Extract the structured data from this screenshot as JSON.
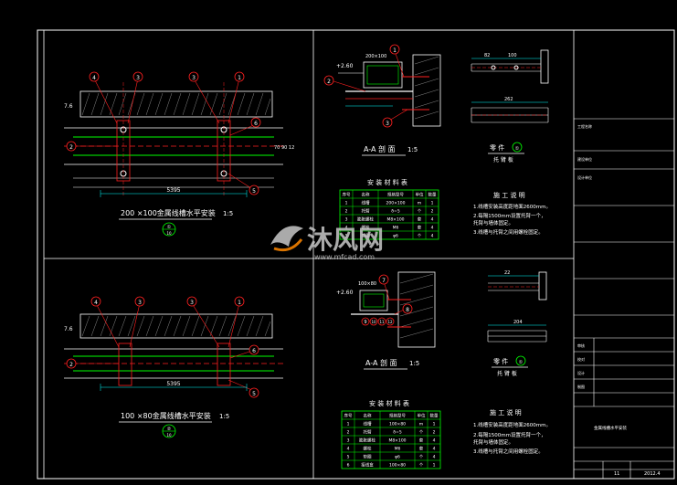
{
  "colors": {
    "background": "#000000",
    "border": "#ffffff",
    "wall": "#ffffff",
    "line_green": "#00ff00",
    "line_red": "#ff2020",
    "line_yellow": "#ffff00",
    "marker": "#ff2020",
    "dimension": "#00ffff",
    "text": "#ffffff",
    "watermark": "#c8c8c8",
    "watermark_accent": "#ff8800"
  },
  "drawing_top": {
    "title": "200 ×100金属线槽水平安装",
    "scale": "1:5",
    "detail_number": "①",
    "sheet": "10",
    "left_tag": "7.6",
    "right_tag": "70 90 12",
    "dim": "5395",
    "callouts": [
      "4",
      "3",
      "3",
      "1",
      "2",
      "6",
      "5"
    ]
  },
  "drawing_bottom": {
    "title": "100 ×80金属线槽水平安装",
    "scale": "1:5",
    "detail_number": "②",
    "sheet": "10",
    "left_tag": "7.6",
    "dim": "5395",
    "callouts": [
      "4",
      "3",
      "3",
      "1",
      "2",
      "6",
      "5"
    ]
  },
  "section_top": {
    "title": "A-A 剖 面",
    "scale": "1:5",
    "level": "+2.60",
    "size": "200×100",
    "callouts": [
      "1",
      "2",
      "3"
    ]
  },
  "section_bottom": {
    "title": "A-A 剖 面",
    "scale": "1:5",
    "level": "+2.60",
    "size": "100×80",
    "callouts": [
      "7",
      "8",
      "9",
      "10",
      "11",
      "12"
    ]
  },
  "part_top": {
    "title": "零 件",
    "number": "①",
    "subtitle": "托 臂 板",
    "dims": [
      "82",
      "100",
      "262"
    ]
  },
  "part_bottom": {
    "title": "零 件",
    "number": "①",
    "subtitle": "托 臂 板",
    "dims": [
      "22",
      "204"
    ]
  },
  "table_top": {
    "title": "安 装 材 料 表",
    "headers": [
      "序号",
      "名称",
      "规格型号",
      "单位",
      "数量"
    ],
    "rows": [
      [
        "1",
        "线槽",
        "200×100",
        "m",
        "1"
      ],
      [
        "2",
        "托臂",
        "δ=5",
        "个",
        "2"
      ],
      [
        "3",
        "膨胀螺栓",
        "M8×100",
        "套",
        "4"
      ],
      [
        "4",
        "螺栓",
        "M6",
        "套",
        "4"
      ],
      [
        "5",
        "垫圈",
        "φ6",
        "个",
        "4"
      ]
    ]
  },
  "table_bottom": {
    "title": "安 装 材 料 表",
    "headers": [
      "序号",
      "名称",
      "规格型号",
      "单位",
      "数量"
    ],
    "rows": [
      [
        "1",
        "线槽",
        "100×80",
        "m",
        "1"
      ],
      [
        "2",
        "托臂",
        "δ=5",
        "个",
        "2"
      ],
      [
        "3",
        "膨胀螺栓",
        "M8×100",
        "套",
        "4"
      ],
      [
        "4",
        "螺栓",
        "M6",
        "套",
        "4"
      ],
      [
        "5",
        "垫圈",
        "φ6",
        "个",
        "4"
      ],
      [
        "6",
        "接线盒",
        "100×80",
        "个",
        "1"
      ]
    ]
  },
  "notes_top": {
    "title": "施 工 说 明",
    "items": [
      "1.线槽安装高度距地面2600mm。",
      "2.每隔1500mm设置托臂一个，",
      "   托臂与墙体固定。",
      "3.线槽与托臂之间用螺栓固定。"
    ]
  },
  "notes_bottom": {
    "title": "施 工 说 明",
    "items": [
      "1.线槽安装高度距地面2600mm。",
      "2.每隔1500mm设置托臂一个，",
      "   托臂与墙体固定。",
      "3.线槽与托臂之间用螺栓固定。"
    ]
  },
  "title_block": {
    "rows": [
      "工程名称",
      "建设单位",
      "设计单位",
      "审核",
      "校对",
      "设计",
      "制图"
    ],
    "drawing_name": "金属线槽水平安装",
    "date": "2012.4",
    "sheet": "11"
  },
  "watermark": {
    "brand": "沐风网",
    "url": "www.mfcad.com"
  }
}
